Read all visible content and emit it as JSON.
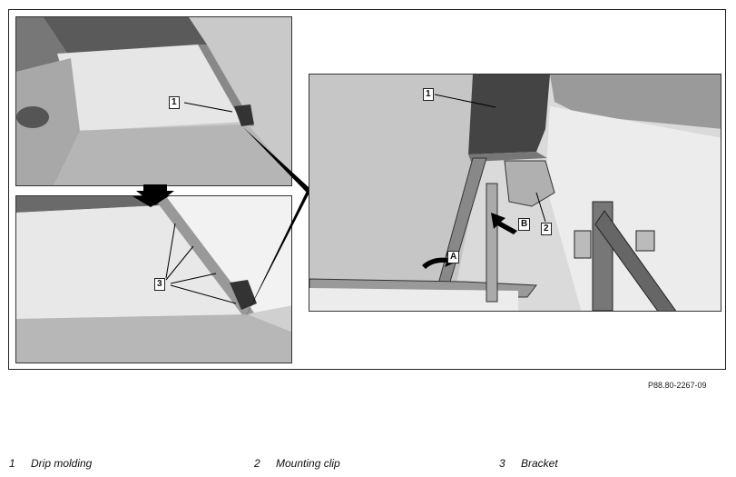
{
  "image_code": "P88.80-2267-09",
  "callouts": {
    "p1_1": "1",
    "p2_3": "3",
    "p3_1": "1",
    "p3_2": "2",
    "p3_A": "A",
    "p3_B": "B"
  },
  "legend": [
    {
      "number": "1",
      "label": "Drip molding"
    },
    {
      "number": "2",
      "label": "Mounting clip"
    },
    {
      "number": "3",
      "label": "Bracket"
    }
  ]
}
